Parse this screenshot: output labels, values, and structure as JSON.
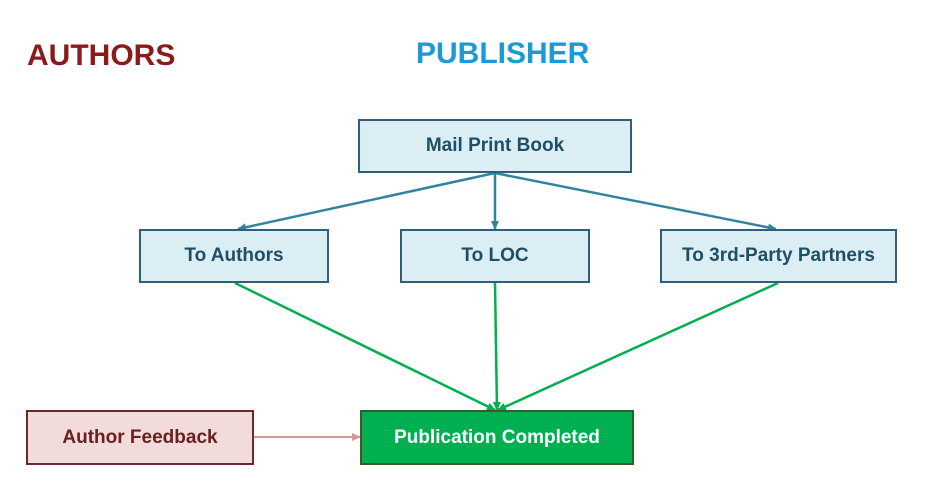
{
  "lanes": {
    "authors": "AUTHORS",
    "publisher": "PUBLISHER"
  },
  "nodes": {
    "mail_print_book": "Mail Print Book",
    "to_authors": "To Authors",
    "to_loc": "To LOC",
    "to_partners": "To 3rd-Party Partners",
    "author_feedback": "Author Feedback",
    "publication_completed": "Publication Completed"
  },
  "colors": {
    "authors_lane": "#8b1a1a",
    "publisher_lane": "#1a9ad6",
    "blue_arrow": "#31849b",
    "green_arrow": "#00b050",
    "pink_arrow": "#d99694",
    "completed_fill": "#00b050"
  }
}
